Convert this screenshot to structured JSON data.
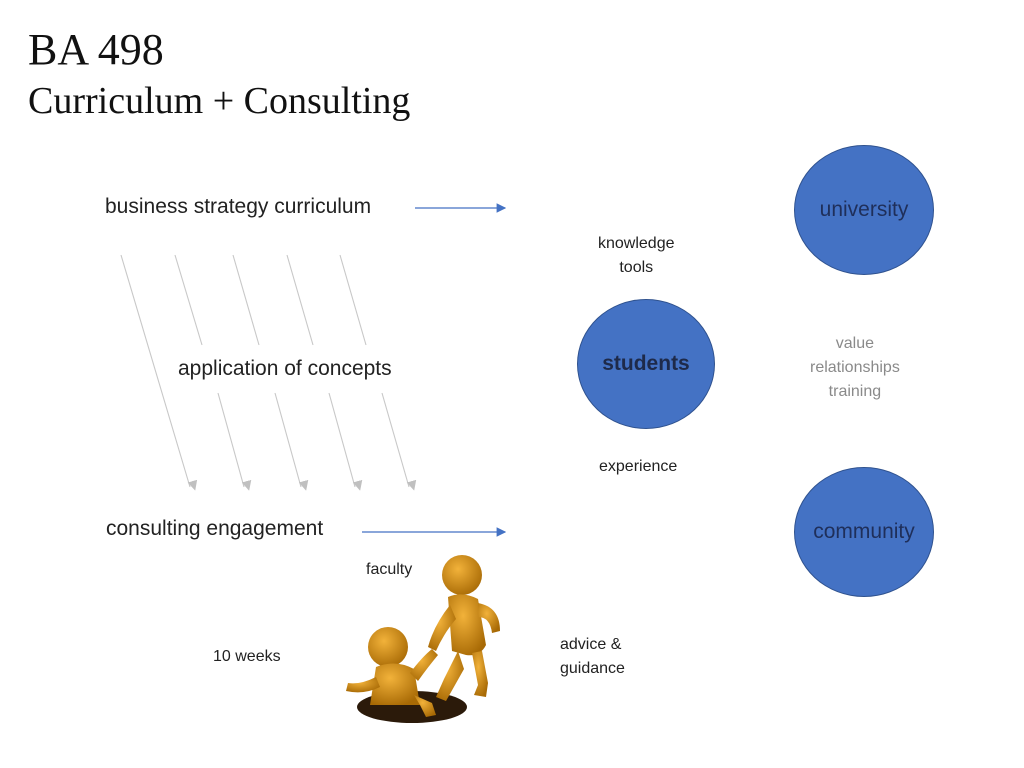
{
  "title": {
    "line1": "BA 498",
    "line2": "Curriculum + Consulting"
  },
  "left": {
    "curriculum": "business strategy curriculum",
    "application": "application of concepts",
    "engagement": "consulting engagement",
    "faculty": "faculty",
    "weeks": "10 weeks",
    "advice_line1": "advice &",
    "advice_line2": "guidance"
  },
  "center": {
    "knowledge_line1": "knowledge",
    "knowledge_line2": "tools",
    "students": "students",
    "experience": "experience"
  },
  "right": {
    "university": "university",
    "community": "community",
    "value": "value",
    "relationships": "relationships",
    "training": "training"
  },
  "colors": {
    "circle_fill": "#4472c4",
    "circle_border": "#2f528f",
    "arrow": "#4472c4",
    "diagonal": "#bfbfbf",
    "figure": "#c8860a"
  },
  "icons": {
    "figure": "helping-hand-figures-icon"
  }
}
